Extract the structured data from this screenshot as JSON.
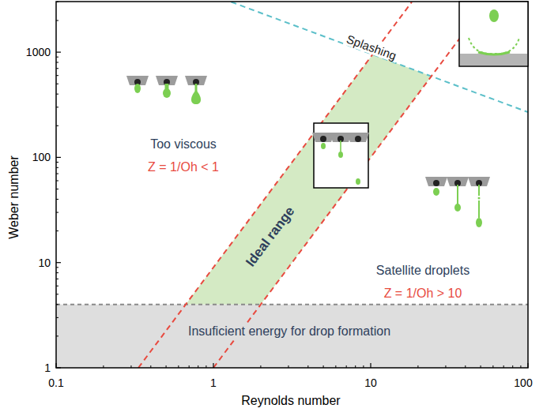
{
  "diagram": {
    "nodes": [
      {
        "text": [
          "Ideal range"
        ]
      },
      {
        "text": [
          "Insuficient energy for drop formation"
        ]
      }
    ],
    "labels": [
      "1000",
      "100",
      "10",
      "1",
      "0.1",
      "1",
      "10",
      "100",
      "Weber number",
      "Reynolds number",
      "Too viscous",
      "Z = 1/Oh < 1",
      "Splashing",
      "Satellite droplets",
      "Z = 1/Oh > 10"
    ]
  }
}
